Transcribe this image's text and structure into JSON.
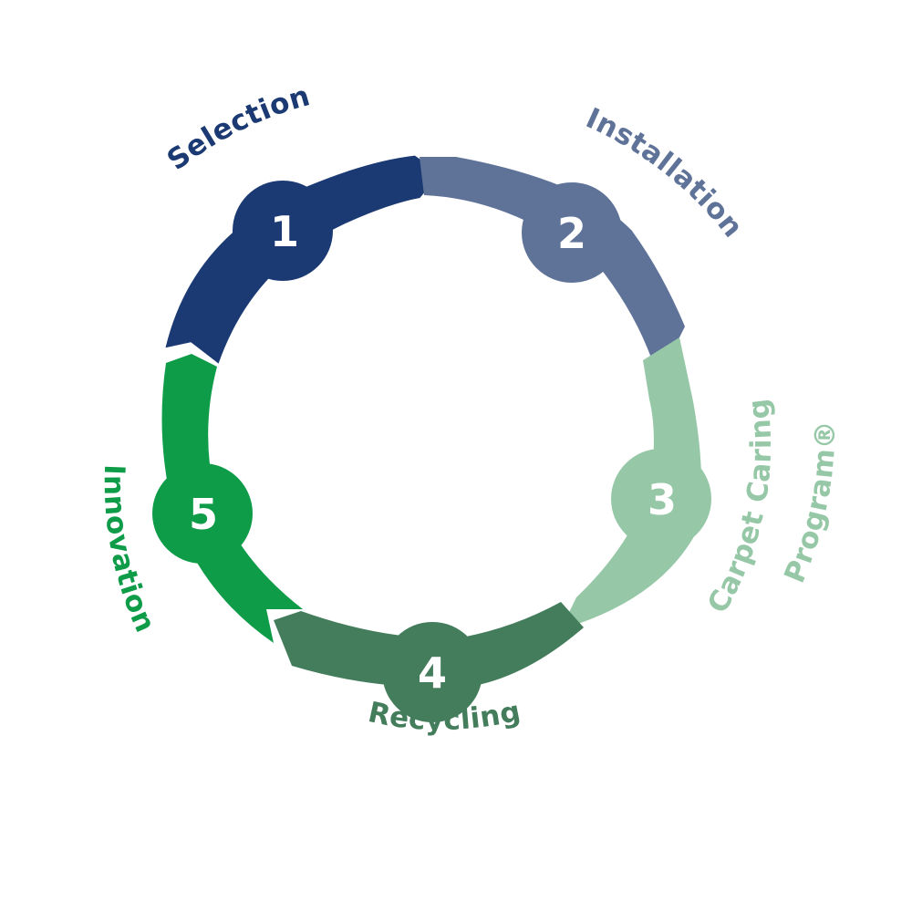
{
  "steps": [
    {
      "number": "1",
      "label": "Selection",
      "color": "#1b3a73"
    },
    {
      "number": "2",
      "label": "Installation",
      "color": "#5f7399"
    },
    {
      "number": "3",
      "label": "Carpet Caring",
      "label_line2": "Program®",
      "color": "#96c8a7"
    },
    {
      "number": "4",
      "label": "Recycling",
      "color": "#447d5c"
    },
    {
      "number": "5",
      "label": "Innovation",
      "color": "#0e9c49"
    }
  ]
}
